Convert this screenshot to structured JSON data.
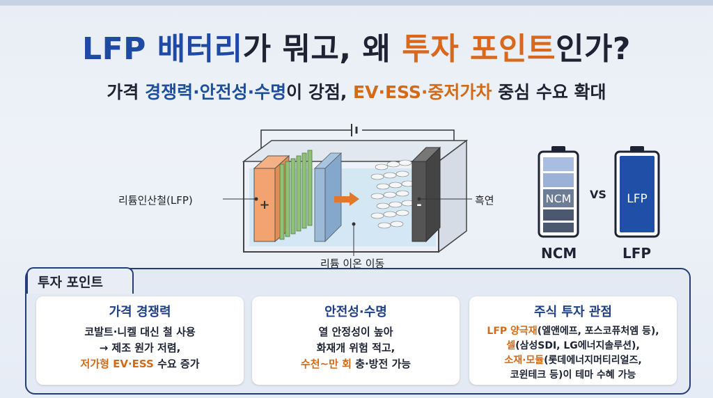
{
  "title": {
    "part1": "LFP 배터리",
    "part2": "가 뭐고, 왜 ",
    "part3": "투자 포인트",
    "part4": "인가?"
  },
  "subtitle": {
    "part1": "가격 ",
    "part2": "경쟁력·안전성·수명",
    "part3": "이 강점, ",
    "part4": "EV·ESS·중저가차",
    "part5": " 중심 수요 확대"
  },
  "diagram": {
    "label_cathode": "리튬인산철(LFP)",
    "label_anode": "흑연",
    "label_ion": "리튬 이온 이동",
    "plus": "+",
    "minus": "-"
  },
  "comparison": {
    "left_inner": "NCM",
    "vs": "VS",
    "right_inner": "LFP",
    "left_caption": "NCM",
    "right_caption": "LFP"
  },
  "panel": {
    "title": "투자 포인트",
    "cards": [
      {
        "heading": "가격 경쟁력",
        "line1": "코발트·니켈 대신 철 사용",
        "line2": "→ 제조 원가 저렴,",
        "line3_highlight": "저가형 EV·ESS",
        "line3_rest": " 수요 증가"
      },
      {
        "heading": "안전성·수명",
        "line1": "열 안정성이 높아",
        "line2": "화재개 위험 적고,",
        "line3_highlight": "수천~만 회",
        "line3_rest": " 충·방전 가능"
      },
      {
        "heading": "주식 투자 관점",
        "line1_highlight": "LFP 양극재",
        "line1_rest": "(엘앤에프, 포스코퓨처엠 등),",
        "line2_highlight": "셀",
        "line2_rest": "(삼성SDI, LG에너지솔루션),",
        "line3_highlight": "소재·모듈",
        "line3_rest": "(롯데에너지머티리얼즈,",
        "line4": "코윈테크 등)이 테마 수혜 가능"
      }
    ]
  },
  "colors": {
    "title_blue": "#1e4aa3",
    "accent_orange": "#d9681d",
    "panel_border": "#233d7a"
  }
}
